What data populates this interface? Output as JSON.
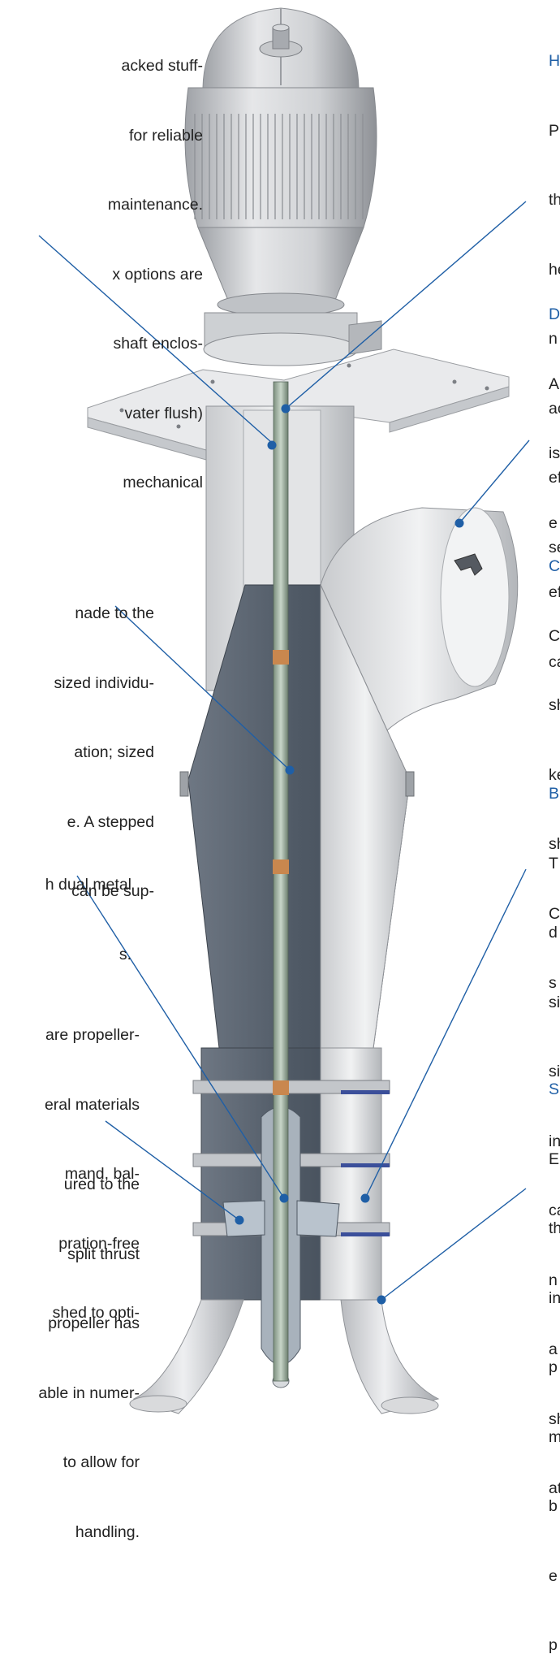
{
  "colors": {
    "text": "#222222",
    "heading_blue": "#1f5fa6",
    "leader_line": "#1f5fa6",
    "pump_body_light": "#d9dadc",
    "pump_body_dark": "#5d6673",
    "flange_blue": "#3b4f9a"
  },
  "left_callouts": [
    {
      "lines": [
        "acked stuff-",
        "for reliable",
        "maintenance.",
        "x options are",
        "shaft enclos-",
        "vater flush)",
        "mechanical"
      ]
    },
    {
      "lines": [
        "nade to the",
        "sized individu-",
        "ation; sized",
        "e. A stepped",
        "can be sup-"
      ]
    },
    {
      "lines": [
        "h dual metal",
        "s."
      ]
    },
    {
      "lines": [
        "are propeller-",
        "eral materials",
        "mand, bal-",
        "pration-free",
        "shed to opti-"
      ]
    },
    {
      "lines": [
        "ured to the",
        "split thrust",
        "propeller has",
        "able in numer-",
        "to allow for",
        "handling."
      ]
    }
  ],
  "right_callouts": [
    {
      "heading": "H",
      "lines": [
        "P",
        "th",
        "he",
        "n",
        "ac",
        "ef",
        "se"
      ]
    },
    {
      "heading": "D",
      "lines": [
        "A",
        "is",
        "e",
        "ef",
        "ca"
      ]
    },
    {
      "heading": "C",
      "lines": [
        "C",
        "sh",
        "ke",
        "sh",
        "C",
        "s"
      ]
    },
    {
      "heading": "B",
      "lines": [
        "T",
        "d",
        "si",
        "si",
        "in",
        "ca",
        "n",
        "a",
        "sh",
        "at"
      ]
    },
    {
      "heading": "S",
      "lines": [
        "E",
        "th",
        "in",
        "p",
        "m",
        "b",
        "e",
        "p"
      ]
    }
  ]
}
